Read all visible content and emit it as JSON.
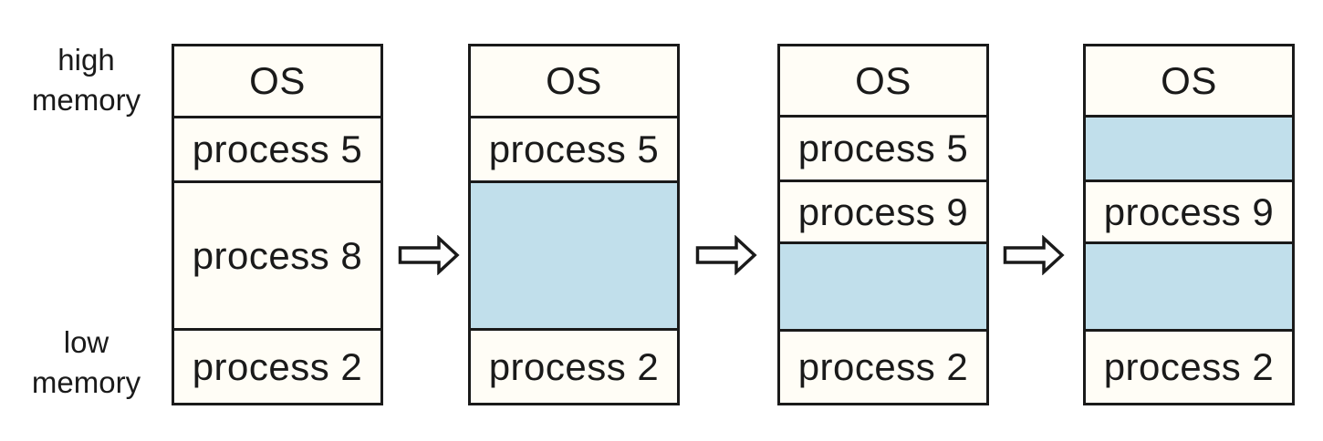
{
  "colors": {
    "hole_fill": "#c1dfeb",
    "box_fill": "#fffdf6",
    "border": "#1a1a1a",
    "text": "#1a1a1a",
    "background": "#ffffff"
  },
  "side_labels": {
    "high": [
      "high",
      "memory"
    ],
    "low": [
      "low",
      "memory"
    ]
  },
  "icons": {
    "arrow": "right-block-arrow"
  },
  "diagrams": [
    {
      "segments": [
        {
          "label": "OS",
          "kind": "process"
        },
        {
          "label": "process 5",
          "kind": "process"
        },
        {
          "label": "process 8",
          "kind": "process"
        },
        {
          "label": "process 2",
          "kind": "process"
        }
      ]
    },
    {
      "segments": [
        {
          "label": "OS",
          "kind": "process"
        },
        {
          "label": "process 5",
          "kind": "process"
        },
        {
          "label": "",
          "kind": "hole"
        },
        {
          "label": "process 2",
          "kind": "process"
        }
      ]
    },
    {
      "segments": [
        {
          "label": "OS",
          "kind": "process"
        },
        {
          "label": "process 5",
          "kind": "process"
        },
        {
          "label": "process 9",
          "kind": "process"
        },
        {
          "label": "",
          "kind": "hole"
        },
        {
          "label": "process 2",
          "kind": "process"
        }
      ]
    },
    {
      "segments": [
        {
          "label": "OS",
          "kind": "process"
        },
        {
          "label": "",
          "kind": "hole"
        },
        {
          "label": "process 9",
          "kind": "process"
        },
        {
          "label": "",
          "kind": "hole"
        },
        {
          "label": "process 2",
          "kind": "process"
        }
      ]
    }
  ]
}
